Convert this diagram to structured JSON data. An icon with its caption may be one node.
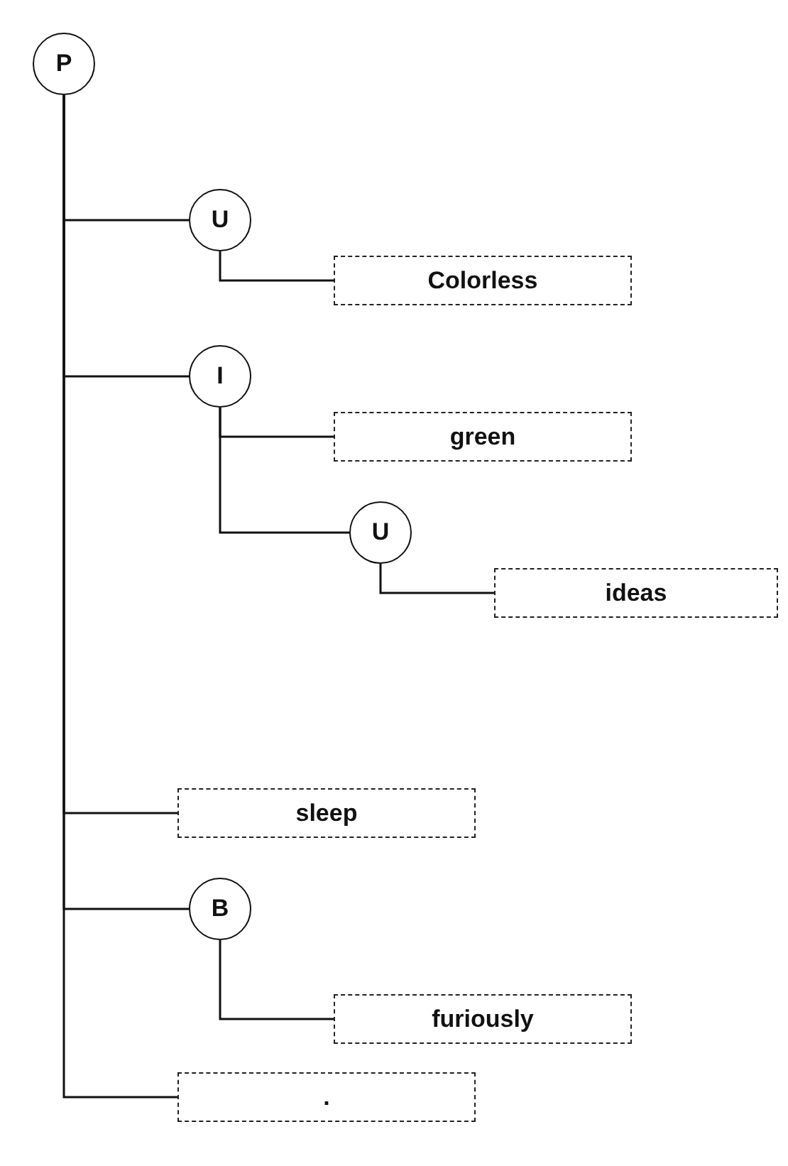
{
  "diagram": {
    "nodes": [
      {
        "text": [
          "P"
        ]
      },
      {
        "text": [
          "U"
        ]
      },
      {
        "text": [
          "Colorless"
        ]
      },
      {
        "text": [
          "I"
        ]
      },
      {
        "text": [
          "green"
        ]
      },
      {
        "text": [
          "U"
        ]
      },
      {
        "text": [
          "ideas"
        ]
      },
      {
        "text": [
          "sleep"
        ]
      },
      {
        "text": [
          "B"
        ]
      },
      {
        "text": [
          "furiously"
        ]
      },
      {
        "text": [
          "."
        ]
      }
    ],
    "edges": [
      {
        "from": 0,
        "to": 1,
        "arrow": "none"
      },
      {
        "from": 1,
        "to": 2,
        "arrow": "none"
      },
      {
        "from": 0,
        "to": 3,
        "arrow": "none"
      },
      {
        "from": 3,
        "to": 4,
        "arrow": "none"
      },
      {
        "from": 3,
        "to": 5,
        "arrow": "none"
      },
      {
        "from": 5,
        "to": 6,
        "arrow": "none"
      },
      {
        "from": 0,
        "to": 7,
        "arrow": "none"
      },
      {
        "from": 0,
        "to": 8,
        "arrow": "none"
      },
      {
        "from": 8,
        "to": 9,
        "arrow": "none"
      },
      {
        "from": 0,
        "to": 10,
        "arrow": "none"
      }
    ]
  }
}
